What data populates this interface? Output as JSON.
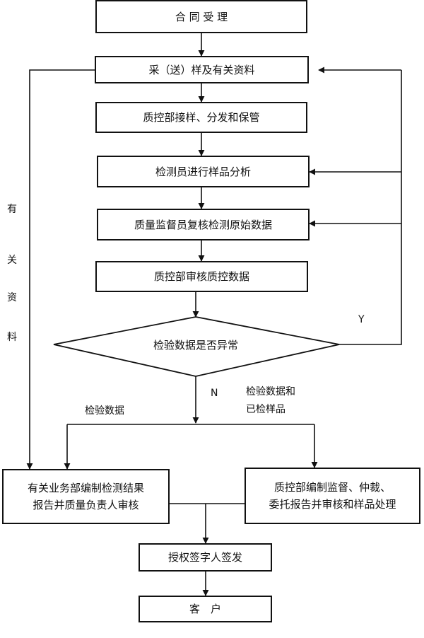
{
  "steps": {
    "contract": "合 同 受 理",
    "sampling": "采（送）样及有关资料",
    "receive": "质控部接样、分发和保管",
    "analysis": "检测员进行样品分析",
    "review_raw": "质量监督员复核检测原始数据",
    "qc_review": "质控部审核质控数据",
    "abnormal": "检验数据是否异常",
    "report_left": "有关业务部编制检测结果\n报告并质量负责人审核",
    "report_right": "质控部编制监督、仲裁、\n委托报告并审核和样品处理",
    "sign": "授权签字人签发",
    "customer": "客　户"
  },
  "labels": {
    "yes": "Y",
    "no": "N",
    "left_branch": "检验数据",
    "right_branch_line1": "检验数据和",
    "right_branch_line2": "已检样品",
    "side": [
      "有",
      "关",
      "资",
      "料"
    ]
  }
}
